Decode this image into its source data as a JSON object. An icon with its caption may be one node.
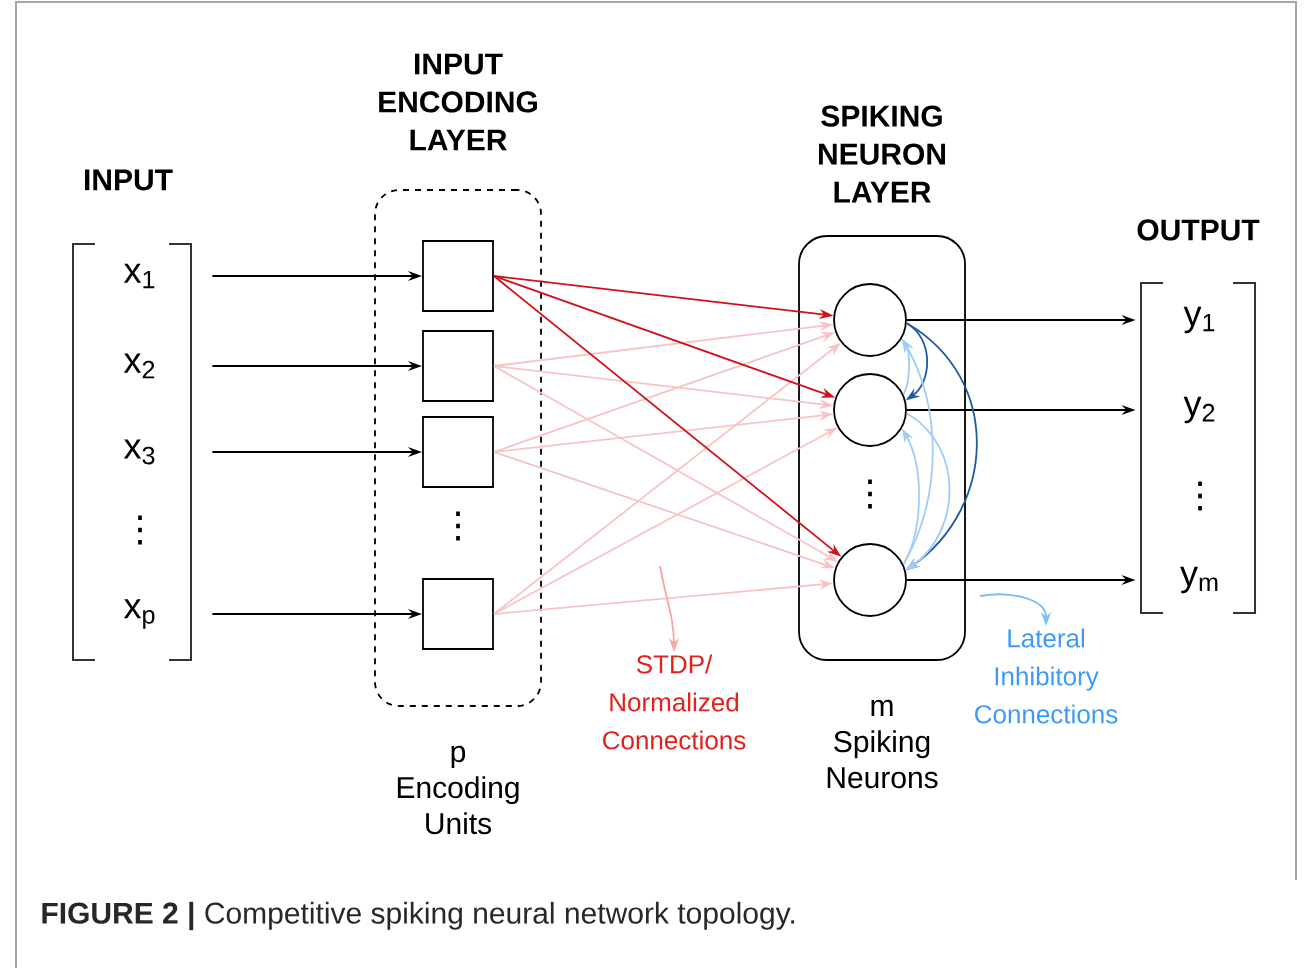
{
  "diagram": {
    "caption": "**FIGURE 2 |** Competitive spiking neural network topology.",
    "nodes": [
      {
        "text": [
          "INPUT"
        ]
      },
      {
        "text": [
          "x$_{1}$"
        ],
        "in": 0
      },
      {
        "text": [
          "x$_{2}$"
        ],
        "in": 0
      },
      {
        "text": [
          "x$_{3}$"
        ],
        "in": 0
      },
      {
        "text": [
          "x$_{p}$"
        ],
        "in": 0
      },
      {
        "text": [
          "INPUT ENCODING LAYER"
        ],
        "beside": [
          "p Encoding Units"
        ]
      },
      {
        "text": [],
        "shape": "box",
        "in": 5
      },
      {
        "text": [],
        "shape": "box",
        "in": 5
      },
      {
        "text": [],
        "shape": "box",
        "in": 5
      },
      {
        "text": [],
        "shape": "box",
        "in": 5
      },
      {
        "text": [
          "SPIKING NEURON LAYER"
        ],
        "beside": [
          "m Spiking Neurons"
        ]
      },
      {
        "text": [],
        "shape": "circle",
        "in": 10
      },
      {
        "text": [],
        "shape": "circle",
        "in": 10
      },
      {
        "text": [],
        "shape": "circle",
        "in": 10
      },
      {
        "text": [
          "OUTPUT"
        ]
      },
      {
        "text": [
          "y$_{1}$"
        ],
        "in": 14
      },
      {
        "text": [
          "y$_{2}$"
        ],
        "in": 14
      },
      {
        "text": [
          "y$_{m}$"
        ],
        "in": 14
      },
      {
        "text": [
          "STDP/ Normalized Connections"
        ]
      },
      {
        "text": [
          "Lateral Inhibitory Connections"
        ]
      }
    ],
    "edges": [
      {
        "from": 1,
        "to": 6,
        "arrow": "to",
        "color": "#000000"
      },
      {
        "from": 2,
        "to": 7,
        "arrow": "to",
        "color": "#000000"
      },
      {
        "from": 3,
        "to": 8,
        "arrow": "to",
        "color": "#000000"
      },
      {
        "from": 4,
        "to": 9,
        "arrow": "to",
        "color": "#000000"
      },
      {
        "from": 7,
        "to": 11,
        "arrow": "to",
        "color": "#f9c3c3"
      },
      {
        "from": 7,
        "to": 12,
        "arrow": "to",
        "color": "#f9c3c3"
      },
      {
        "from": 7,
        "to": 13,
        "arrow": "to",
        "color": "#f9c3c3"
      },
      {
        "from": 8,
        "to": 11,
        "arrow": "to",
        "color": "#f9c3c3"
      },
      {
        "from": 8,
        "to": 12,
        "arrow": "to",
        "color": "#f9c3c3"
      },
      {
        "from": 8,
        "to": 13,
        "arrow": "to",
        "color": "#f9c3c3"
      },
      {
        "from": 9,
        "to": 11,
        "arrow": "to",
        "color": "#f9c3c3"
      },
      {
        "from": 9,
        "to": 12,
        "arrow": "to",
        "color": "#f9c3c3"
      },
      {
        "from": 9,
        "to": 13,
        "arrow": "to",
        "color": "#f9c3c3"
      },
      {
        "from": 6,
        "to": 11,
        "arrow": "to",
        "color": "#d0101b"
      },
      {
        "from": 6,
        "to": 12,
        "arrow": "to",
        "color": "#d0101b"
      },
      {
        "from": 6,
        "to": 13,
        "arrow": "to",
        "color": "#d0101b"
      },
      {
        "from": 11,
        "to": 15,
        "arrow": "to",
        "color": "#000000"
      },
      {
        "from": 12,
        "to": 16,
        "arrow": "to",
        "color": "#000000"
      },
      {
        "from": 13,
        "to": 17,
        "arrow": "to",
        "color": "#000000"
      },
      {
        "from": 11,
        "to": 12,
        "arrow": "to",
        "color": "#1f5aa6"
      },
      {
        "from": 11,
        "to": 13,
        "arrow": "to",
        "color": "#1f5aa6"
      },
      {
        "from": 12,
        "to": 11,
        "arrow": "to",
        "color": "#9fcdf8"
      },
      {
        "from": 13,
        "to": 11,
        "arrow": "to",
        "color": "#9fcdf8"
      },
      {
        "from": 13,
        "to": 12,
        "arrow": "to",
        "color": "#9fcdf8"
      },
      {
        "from": 12,
        "to": 13,
        "arrow": "to",
        "color": "#9fcdf8"
      },
      {
        "from": null,
        "to": 18,
        "arrow": "to",
        "color": "#f6a5a5"
      },
      {
        "from": null,
        "to": 19,
        "arrow": "to",
        "color": "#7fbdf5"
      }
    ],
    "labels": [
      "⋮",
      "⋮",
      "⋮",
      "⋮"
    ]
  }
}
